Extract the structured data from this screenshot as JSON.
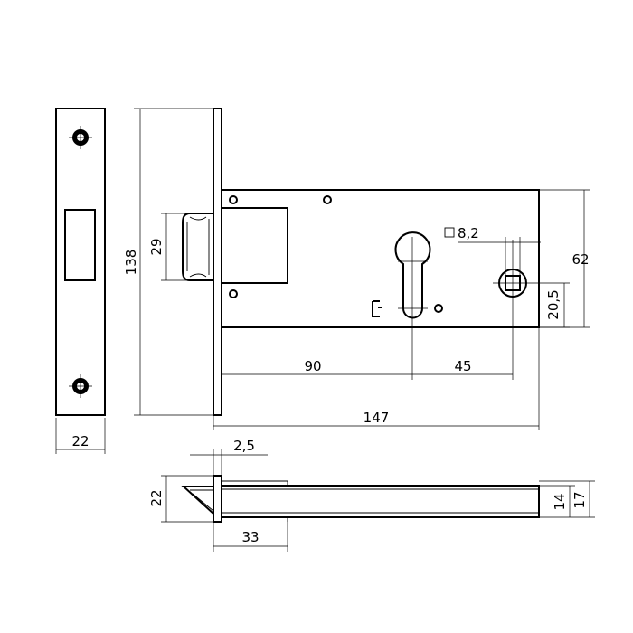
{
  "drawing": {
    "dimensions": {
      "faceplate_width": "22",
      "overall_height": "138",
      "latch_height": "29",
      "body_length": "147",
      "backset": "90",
      "cylinder_to_square": "45",
      "body_height": "62",
      "square_offset": "20,5",
      "square_size": "8,2",
      "faceplate_thickness": "2,5",
      "latch_projection": "33",
      "side_height": "22",
      "inner_height": "14",
      "side_body_height": "17"
    }
  }
}
